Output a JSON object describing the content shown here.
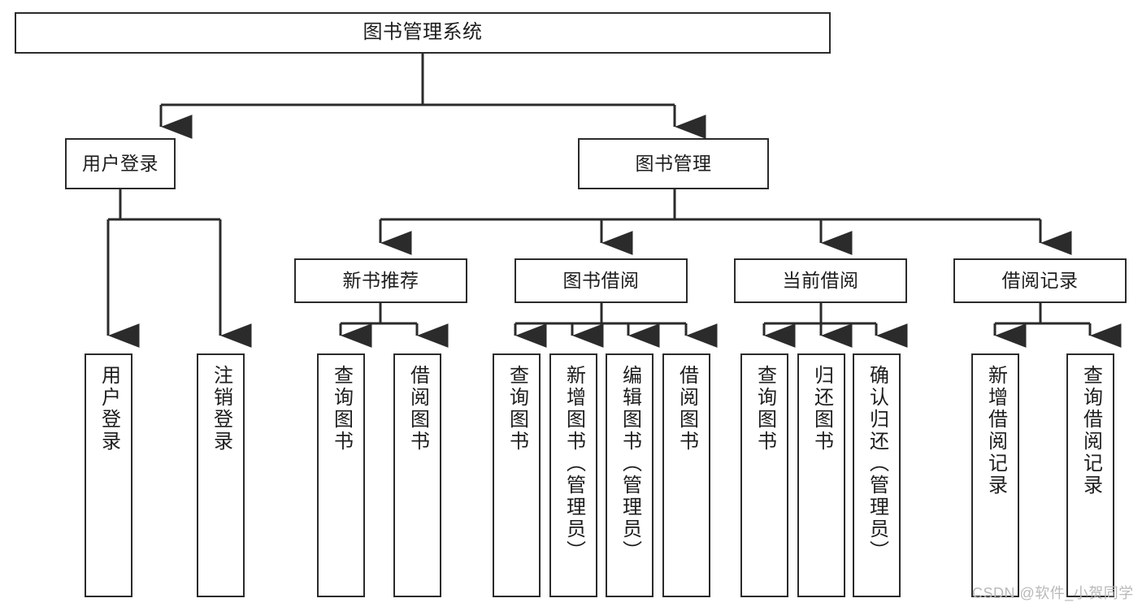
{
  "diagram": {
    "title": "图书管理系统",
    "type": "hierarchy-tree",
    "levels": 4,
    "root": {
      "label": "图书管理系统"
    },
    "level2": [
      {
        "label": "用户登录"
      },
      {
        "label": "图书管理"
      }
    ],
    "level3": [
      {
        "label": "新书推荐"
      },
      {
        "label": "图书借阅"
      },
      {
        "label": "当前借阅"
      },
      {
        "label": "借阅记录"
      }
    ],
    "leaves": [
      {
        "label": "用户登录",
        "parent": "用户登录"
      },
      {
        "label": "注销登录",
        "parent": "用户登录"
      },
      {
        "label": "查询图书",
        "parent": "新书推荐"
      },
      {
        "label": "借阅图书",
        "parent": "新书推荐"
      },
      {
        "label": "查询图书",
        "parent": "图书借阅"
      },
      {
        "label": "新增图书（管理员）",
        "parent": "图书借阅"
      },
      {
        "label": "编辑图书（管理员）",
        "parent": "图书借阅"
      },
      {
        "label": "借阅图书",
        "parent": "图书借阅"
      },
      {
        "label": "查询图书",
        "parent": "当前借阅"
      },
      {
        "label": "归还图书",
        "parent": "当前借阅"
      },
      {
        "label": "确认归还（管理员）",
        "parent": "当前借阅"
      },
      {
        "label": "新增借阅记录",
        "parent": "借阅记录"
      },
      {
        "label": "查询借阅记录",
        "parent": "借阅记录"
      }
    ]
  },
  "watermark": {
    "text": "CSDN @软件_小贺同学"
  },
  "colors": {
    "stroke": "#2b2b2b",
    "fill": "#ffffff",
    "text": "#1d1d1d",
    "watermark": "#b9b9b9"
  }
}
